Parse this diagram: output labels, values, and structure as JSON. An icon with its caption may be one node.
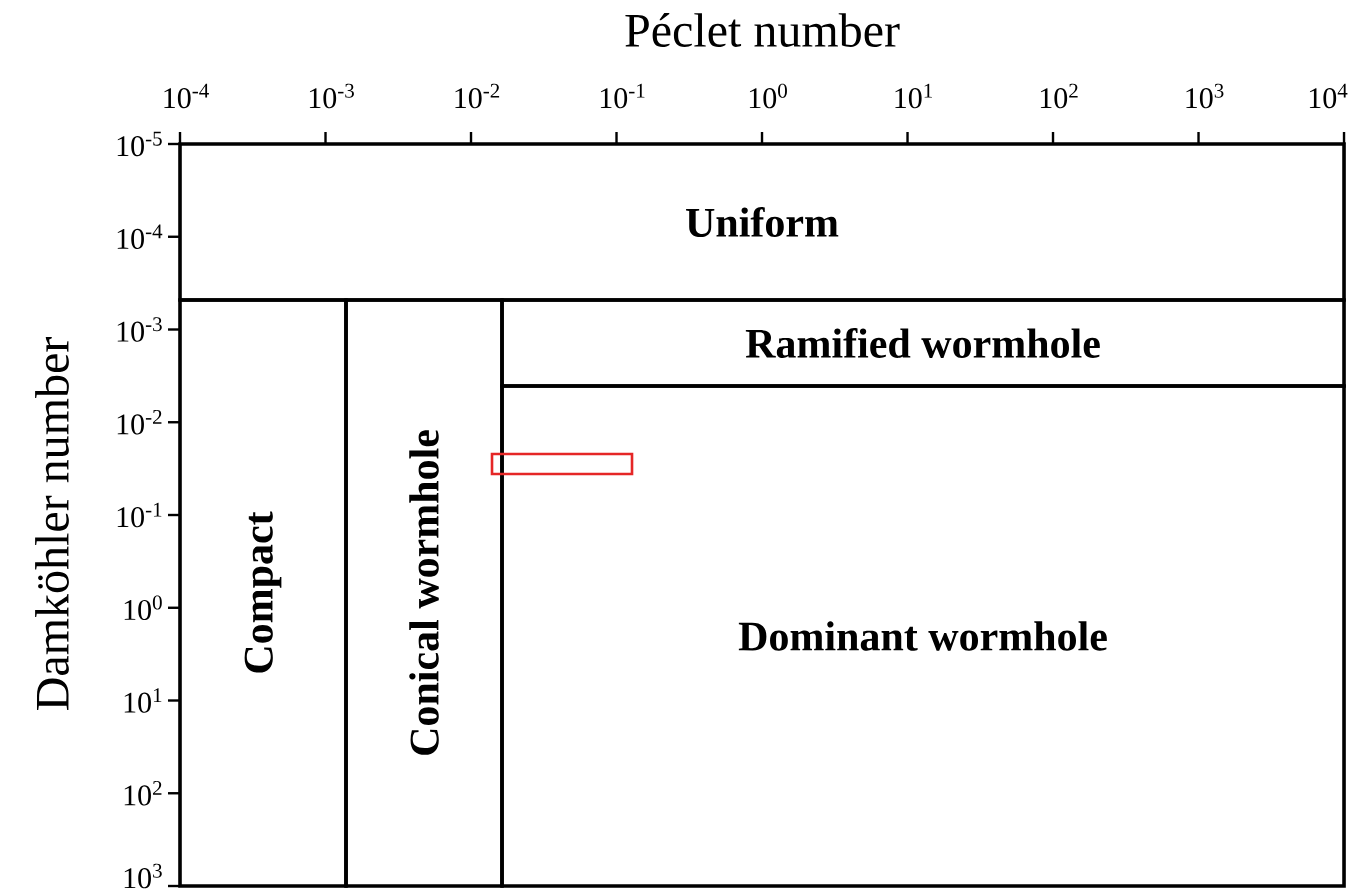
{
  "diagram": {
    "nodes": [
      {
        "text": [
          "Uniform"
        ]
      },
      {
        "text": [
          "Compact"
        ]
      },
      {
        "text": [
          "Conical wormhole"
        ]
      },
      {
        "text": [
          "Ramified wormhole"
        ]
      },
      {
        "text": [
          "Dominant wormhole"
        ]
      }
    ],
    "labels": [
      "Péclet number",
      "10$^{-4}$",
      "10$^{-3}$",
      "10$^{-2}$",
      "10$^{-1}$",
      "10$^{0}$",
      "10$^{1}$",
      "10$^{2}$",
      "10$^{3}$",
      "10$^{4}$",
      "Damköhler number",
      "10$^{-5}$",
      "10$^{-4}$",
      "10$^{-3}$",
      "10$^{-2}$",
      "10$^{-1}$",
      "10$^{0}$",
      "10$^{1}$",
      "10$^{2}$",
      "10$^{3}$"
    ]
  }
}
